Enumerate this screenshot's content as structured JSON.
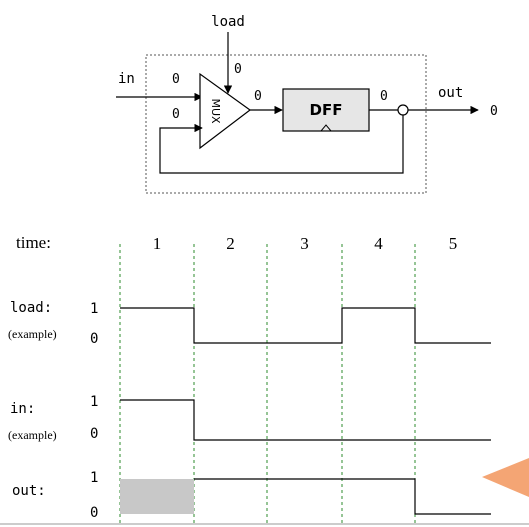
{
  "circuit": {
    "load_label": "load",
    "load_value": "0",
    "in_label": "in",
    "in_value": "0",
    "feedback_value": "0",
    "mux_label": "MUX",
    "mux_out_value": "0",
    "dff_label": "DFF",
    "dff_out_value": "0",
    "out_label": "out",
    "out_value": "0"
  },
  "timing": {
    "time_label": "time:",
    "cycles": [
      "1",
      "2",
      "3",
      "4",
      "5"
    ],
    "high_label": "1",
    "low_label": "0",
    "load": {
      "label": "load:",
      "note": "(example)",
      "levels": [
        1,
        0,
        0,
        1,
        0
      ]
    },
    "in": {
      "label": "in:",
      "note": "(example)",
      "levels": [
        1,
        0,
        0,
        0,
        0
      ]
    },
    "out": {
      "label": "out:",
      "levels": [
        null,
        1,
        1,
        1,
        0
      ]
    }
  },
  "colors": {
    "line": "#000000",
    "dashed_grid": "#2e8b2e",
    "dff_fill": "#e6e6e6",
    "undefined_fill": "#c8c8c8",
    "cursor": "#f4a574"
  }
}
